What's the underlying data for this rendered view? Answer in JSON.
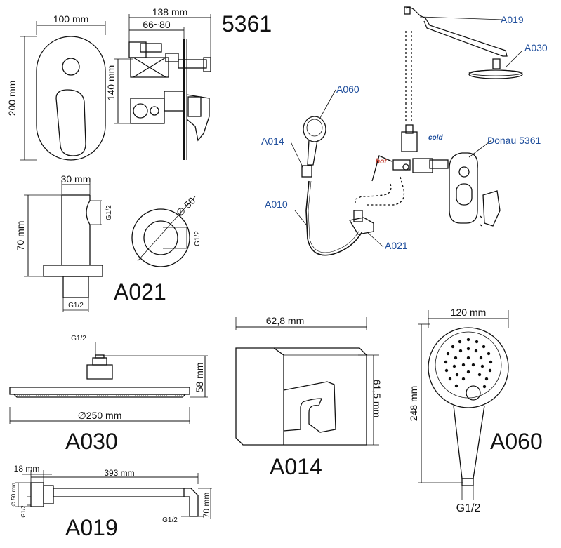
{
  "top_mixer": {
    "code": "5361",
    "dims": {
      "width": "100 mm",
      "height": "200 mm",
      "depth": "138 mm",
      "depth_range": "66~80",
      "body_height": "140 mm"
    }
  },
  "schematic": {
    "labels": {
      "a019": "A019",
      "a030": "A030",
      "a060": "A060",
      "a014": "A014",
      "a010": "A010",
      "a021": "A021",
      "donau": "Donau 5361",
      "cold": "cold",
      "hot": "hot"
    }
  },
  "a021": {
    "code": "A021",
    "dims": {
      "width": "30 mm",
      "height": "70 mm",
      "diameter": "∅ 50",
      "thread": "G1/2"
    }
  },
  "a030": {
    "code": "A030",
    "dims": {
      "thread": "G1/2",
      "height": "58 mm",
      "diameter": "∅250 mm"
    }
  },
  "a014": {
    "code": "A014",
    "dims": {
      "width": "62,8 mm",
      "height": "61,5 mm"
    }
  },
  "a060": {
    "code": "A060",
    "dims": {
      "width": "120 mm",
      "length": "248 mm",
      "thread": "G1/2"
    }
  },
  "a019": {
    "code": "A019",
    "dims": {
      "offset": "18 mm",
      "length": "393 mm",
      "diameter": "∅ 50 mm",
      "thread": "G1/2",
      "height": "70 mm"
    }
  },
  "colors": {
    "line": "#111111",
    "label_blue": "#1f4e9c",
    "hot_red": "#c0392b",
    "cold_blue": "#1f4e9c"
  }
}
